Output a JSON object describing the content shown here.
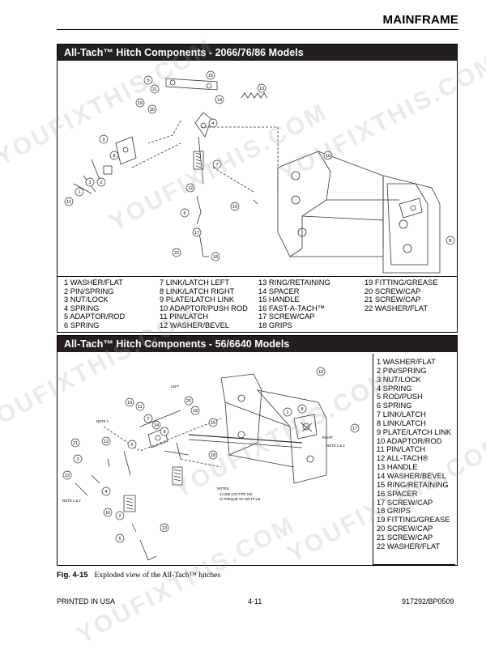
{
  "header": {
    "title": "MAINFRAME"
  },
  "section1": {
    "title": "All-Tach™ Hitch Components - 2066/76/86 Models",
    "callouts": [
      "1",
      "2",
      "3",
      "4",
      "5",
      "6",
      "7",
      "8",
      "9",
      "10",
      "11",
      "12",
      "13",
      "14",
      "15",
      "16",
      "17",
      "18",
      "19",
      "20",
      "21",
      "22"
    ],
    "columns": [
      [
        "1 WASHER/FLAT",
        "2 PIN/SPRING",
        "3 NUT/LOCK",
        "4 SPRING",
        "5 ADAPTOR/ROD",
        "6 SPRING"
      ],
      [
        "7 LINK/LATCH LEFT",
        "8 LINK/LATCH RIGHT",
        "9 PLATE/LATCH LINK",
        "10 ADAPTOR/PUSH ROD",
        "11 PIN/LATCH",
        "12 WASHER/BEVEL"
      ],
      [
        "13 RING/RETAINING",
        "14 SPACER",
        "15 HANDLE",
        "16 FAST-A-TACH™",
        "17 SCREW/CAP",
        "18 GRIPS"
      ],
      [
        "19 FITTING/GREASE",
        "20 SCREW/CAP",
        "21 SCREW/CAP",
        "22 WASHER/FLAT"
      ]
    ]
  },
  "section2": {
    "title": "All-Tach™ Hitch Components - 56/6640 Models",
    "notes": {
      "note1": "NOTE 1",
      "note2": "NOTE 1 & 2",
      "left": "LEFT",
      "right": "RIGHT",
      "notes_title": "NOTES:",
      "notes_line1": "1) USE LOCTITE 242",
      "notes_line2": "2) TORQUE TO 100 FT-LB"
    },
    "items": [
      "1 WASHER/FLAT",
      "2 PIN/SPRING",
      "3 NUT/LOCK",
      "4 SPRING",
      "5 ROD/PUSH",
      "6 SPRING",
      "7 LINK/LATCH",
      "8 LINK/LATCH",
      "9 PLATE/LATCH LINK",
      "10 ADAPTOR/ROD",
      "11 PIN/LATCH",
      "12 ALL-TACH®",
      "13 HANDLE",
      "14 WASHER/BEVEL",
      "15 RING/RETAINING",
      "16 SPACER",
      "17 SCREW/CAP",
      "18 GRIPS",
      "19 FITTING/GREASE",
      "20 SCREW/CAP",
      "21 SCREW/CAP",
      "22 WASHER/FLAT"
    ]
  },
  "caption": {
    "label": "Fig. 4-15",
    "text": "Exploded view of the All-Tach™ hitches"
  },
  "footer": {
    "left": "PRINTED IN USA",
    "center": "4-11",
    "right": "917292/BP0509"
  },
  "watermark": {
    "text": "YOUFIXTHIS.COM"
  }
}
